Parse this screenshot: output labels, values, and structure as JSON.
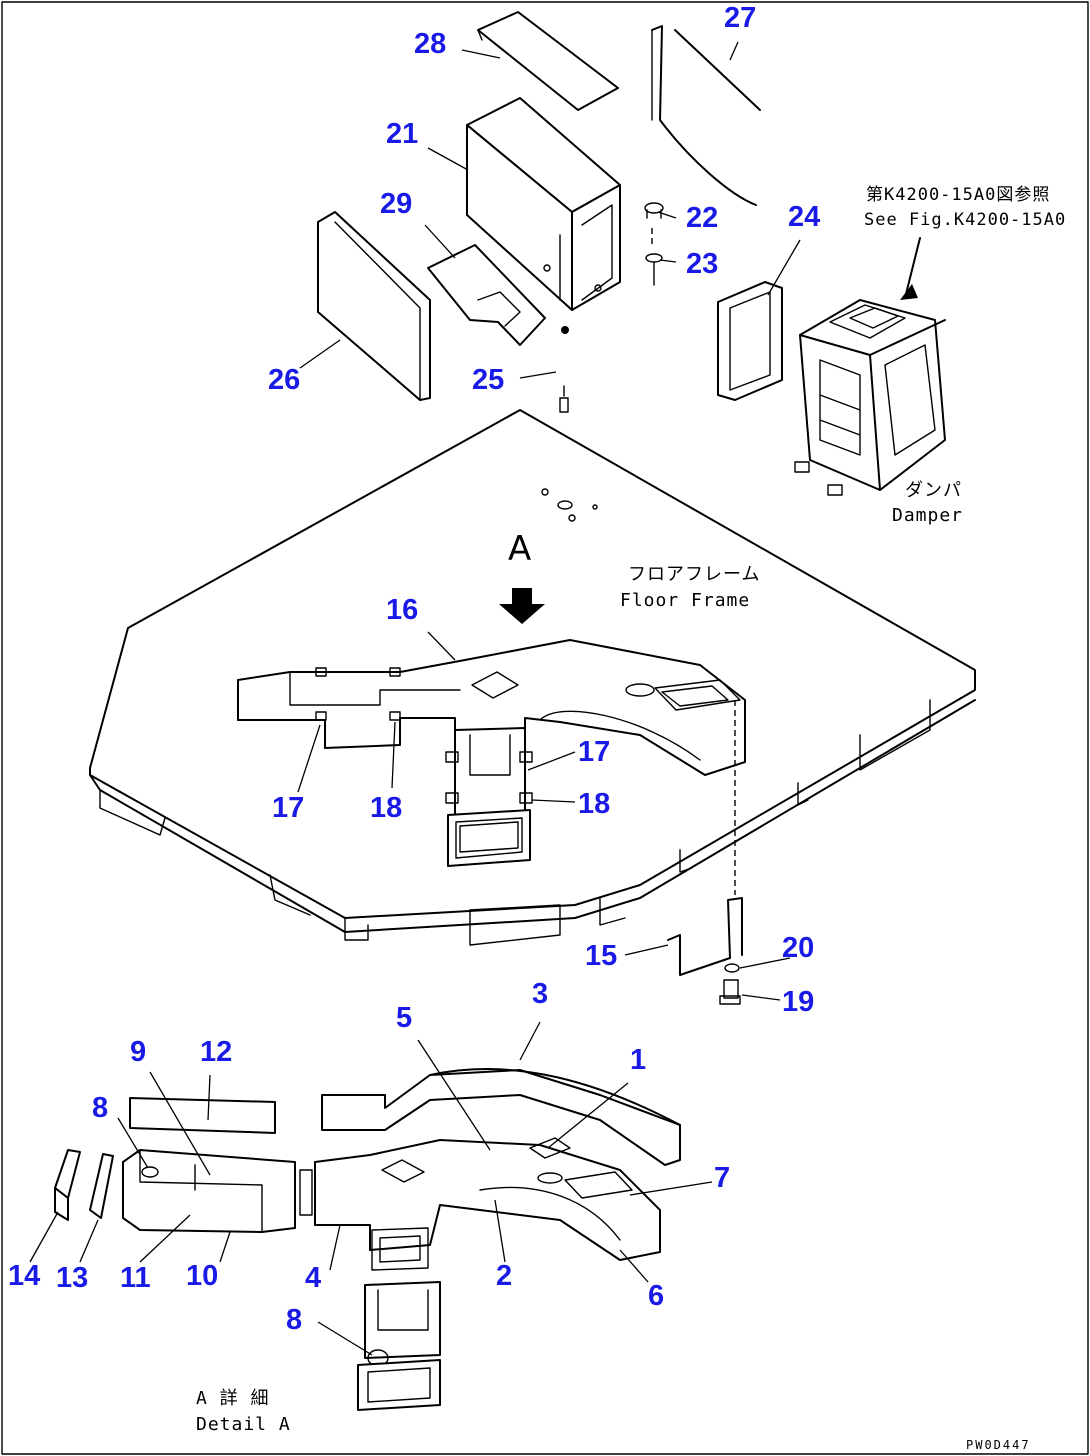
{
  "callouts": {
    "c1": "1",
    "c2": "2",
    "c3": "3",
    "c4": "4",
    "c5": "5",
    "c6": "6",
    "c7": "7",
    "c8a": "8",
    "c8b": "8",
    "c9": "9",
    "c10": "10",
    "c11": "11",
    "c12": "12",
    "c13": "13",
    "c14": "14",
    "c15": "15",
    "c16": "16",
    "c17a": "17",
    "c17b": "17",
    "c18a": "18",
    "c18b": "18",
    "c19": "19",
    "c20": "20",
    "c21": "21",
    "c22": "22",
    "c23": "23",
    "c24": "24",
    "c25": "25",
    "c26": "26",
    "c27": "27",
    "c28": "28",
    "c29": "29"
  },
  "notes": {
    "see_fig_jp": "第K4200-15A0図参照",
    "see_fig_en": "See Fig.K4200-15A0",
    "damper_jp": "ダンパ",
    "damper_en": "Damper",
    "floor_frame_jp": "フロアフレーム",
    "floor_frame_en": "Floor Frame",
    "detail_jp": "A 詳 細",
    "detail_en": "Detail A",
    "view_letter": "A"
  },
  "drawing_code": "PW0D447",
  "colors": {
    "callout": "#1a1ae6",
    "line": "#000000",
    "background": "#ffffff"
  }
}
